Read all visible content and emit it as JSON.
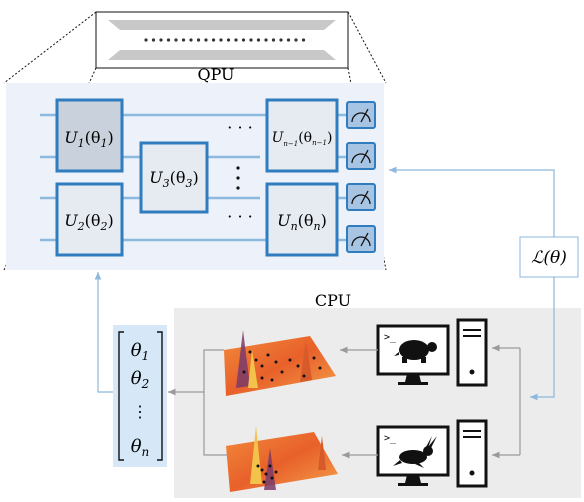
{
  "diagram": {
    "qpu_label": "QPU",
    "cpu_label": "CPU",
    "loss_label": "ℒ(θ)",
    "ellipsis_h": "· · ·",
    "gates": [
      {
        "id": "u1",
        "main": "U",
        "sub": "1",
        "arg": "(θ",
        "arg_sub": "1",
        "close": ")"
      },
      {
        "id": "u2",
        "main": "U",
        "sub": "2",
        "arg": "(θ",
        "arg_sub": "2",
        "close": ")"
      },
      {
        "id": "u3",
        "main": "U",
        "sub": "3",
        "arg": "(θ",
        "arg_sub": "3",
        "close": ")"
      },
      {
        "id": "un1",
        "main": "U",
        "sub": "n−1",
        "arg": "(θ",
        "arg_sub": "n−1",
        "close": ")"
      },
      {
        "id": "un",
        "main": "U",
        "sub": "n",
        "arg": "(θ",
        "arg_sub": "n",
        "close": ")"
      }
    ],
    "params": [
      "θ",
      "θ",
      "⋮",
      "θ"
    ],
    "param_subs": [
      "1",
      "2",
      "",
      "n"
    ],
    "terminal_prompt": ">_",
    "icons": [
      "chip-icon",
      "measurement-icon",
      "turtle-icon",
      "rabbit-icon",
      "computer-icon",
      "tower-icon",
      "loss-landscape-icon"
    ],
    "colors": {
      "qpu_bg": "#edf1f9",
      "gate_stroke": "#2f7cbf",
      "gate_fill_dark": "#c9d1dc",
      "gate_fill": "#e6ebf2",
      "wire": "#8cb9dd",
      "cpu_bg": "#ececec",
      "param_bg": "#d6e8f7",
      "arrow_blue": "#8cb9dd",
      "arrow_gray": "#9a9a9a"
    }
  }
}
